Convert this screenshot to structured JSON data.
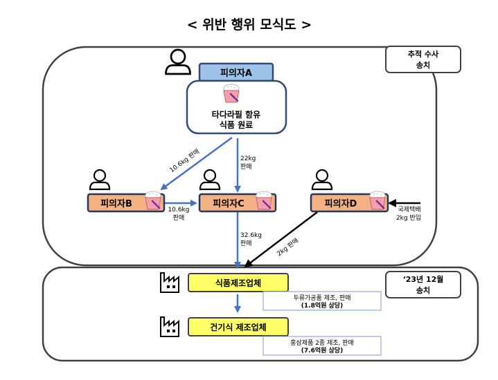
{
  "title": "< 위반 행위 모식도 >",
  "regions": {
    "investigation_note": [
      "추적 수사",
      "송치"
    ],
    "referral_note": [
      "‘23년 12월",
      "송치"
    ]
  },
  "suspects": {
    "a": {
      "label": "피의자A",
      "material_lines": [
        "타다라필 함유",
        "식품 원료"
      ]
    },
    "b": {
      "label": "피의자B"
    },
    "c": {
      "label": "피의자C"
    },
    "d": {
      "label": "피의자D"
    }
  },
  "flows": {
    "a_to_b": "10.6kg 판매",
    "a_to_c": [
      "22kg",
      "판매"
    ],
    "b_to_c": [
      "10.6kg",
      "판매"
    ],
    "c_to_factory": [
      "32.6kg",
      "판매"
    ],
    "d_to_factory": "2kg 판매",
    "d_import": [
      "국제택배",
      "2kg 반입"
    ]
  },
  "companies": {
    "food": {
      "label": "식품제조업체",
      "detail_lines": [
        "두류가공품 제조, 판매",
        "(1.8억원 상당)"
      ]
    },
    "health": {
      "label": "건기식 제조업체",
      "detail_lines": [
        "홍삼제품 2종 제조, 판매",
        "(7.6억원 상당)"
      ]
    }
  },
  "colors": {
    "suspect_a_fill": "#9dc3e6",
    "suspect_fill": "#f4b183",
    "company_fill": "#ffff66",
    "arrow_blue": "#4472c4",
    "region_border": "#404040"
  }
}
